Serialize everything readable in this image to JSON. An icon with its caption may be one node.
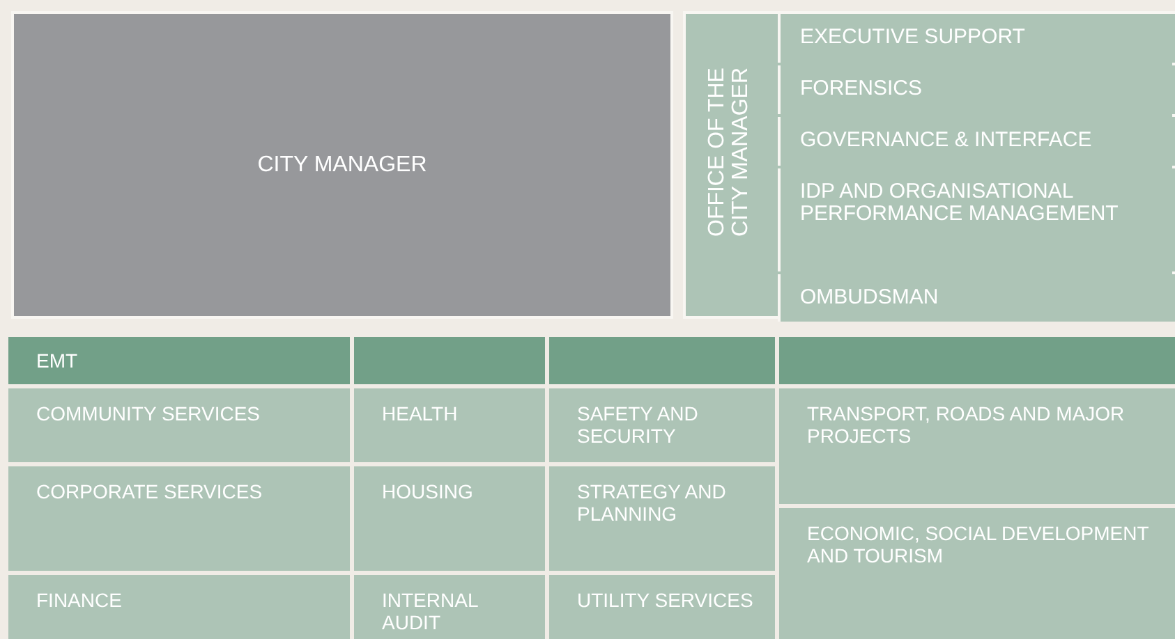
{
  "diagram": {
    "nodes": [
      {
        "text": [
          "CITY MANAGER"
        ]
      },
      {
        "text": [
          "OFFICE OF THE CITY MANAGER"
        ]
      },
      {
        "text": [
          "EXECUTIVE SUPPORT"
        ],
        "in": 1
      },
      {
        "text": [
          "FORENSICS"
        ],
        "in": 1
      },
      {
        "text": [
          "GOVERNANCE & INTERFACE"
        ],
        "in": 1
      },
      {
        "text": [
          "IDP AND ORGANISATIONAL PERFORMANCE MANAGEMENT"
        ],
        "in": 1
      },
      {
        "text": [
          "OMBUDSMAN"
        ],
        "in": 1
      },
      {
        "text": [
          "EMT"
        ]
      },
      {
        "text": [],
        "shape": "box"
      },
      {
        "text": [],
        "shape": "box"
      },
      {
        "text": [],
        "shape": "box"
      },
      {
        "text": [
          "COMMUNITY SERVICES"
        ]
      },
      {
        "text": [
          "HEALTH"
        ]
      },
      {
        "text": [
          "SAFETY AND SECURITY"
        ]
      },
      {
        "text": [
          "TRANSPORT, ROADS AND MAJOR PROJECTS"
        ]
      },
      {
        "text": [
          "CORPORATE SERVICES"
        ]
      },
      {
        "text": [
          "HOUSING"
        ]
      },
      {
        "text": [
          "STRATEGY AND PLANNING"
        ]
      },
      {
        "text": [
          "ECONOMIC, SOCIAL DEVELOPMENT AND TOURISM"
        ]
      },
      {
        "text": [
          "FINANCE"
        ]
      },
      {
        "text": [
          "INTERNAL AUDIT"
        ]
      },
      {
        "text": [
          "UTILITY SERVICES"
        ]
      }
    ]
  }
}
